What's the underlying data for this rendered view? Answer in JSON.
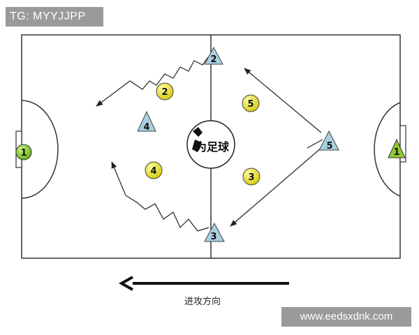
{
  "watermark_top": "TG: MYYJJPP",
  "watermark_bottom": "www.eedsxdnk.com",
  "caption": "进攻方向",
  "logo": {
    "text": "为足球"
  },
  "players": {
    "left_goalkeeper": "1",
    "right_goalkeeper": "1",
    "circle_2": "2",
    "circle_3": "3",
    "circle_4": "4",
    "circle_5": "5",
    "triangle_2": "2",
    "triangle_3": "3",
    "triangle_4": "4",
    "triangle_5": "5"
  },
  "colors": {
    "field_line": "#333333",
    "yellow_player": "#e6e023",
    "green_keeper": "#8ccc2e",
    "triangle_player": "#a8d0e0",
    "watermark_bg": "#9a9a9a"
  }
}
